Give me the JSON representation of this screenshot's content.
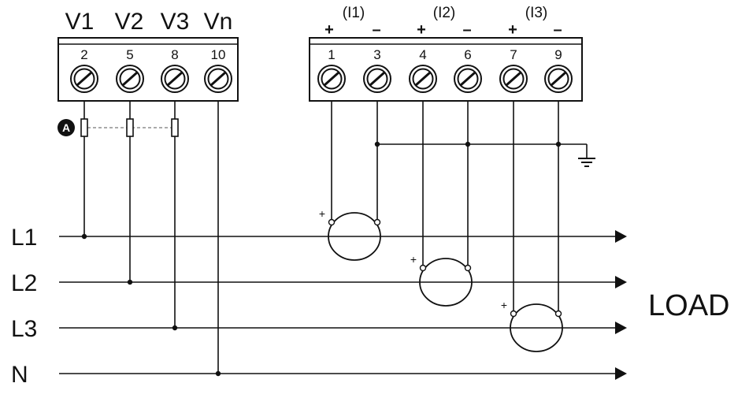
{
  "voltage_block": {
    "headers": [
      "V1",
      "V2",
      "V3",
      "Vn"
    ],
    "terminals": [
      "2",
      "5",
      "8",
      "10"
    ]
  },
  "current_block": {
    "groups": [
      {
        "label": "(I1)",
        "plus": "+",
        "minus": "–"
      },
      {
        "label": "(I2)",
        "plus": "+",
        "minus": "–"
      },
      {
        "label": "(I3)",
        "plus": "+",
        "minus": "–"
      }
    ],
    "terminals": [
      "1",
      "3",
      "4",
      "6",
      "7",
      "9"
    ]
  },
  "fuse_marker": "A",
  "lines": [
    "L1",
    "L2",
    "L3",
    "N"
  ],
  "ct_polarity": "+",
  "load_label": "LOAD"
}
